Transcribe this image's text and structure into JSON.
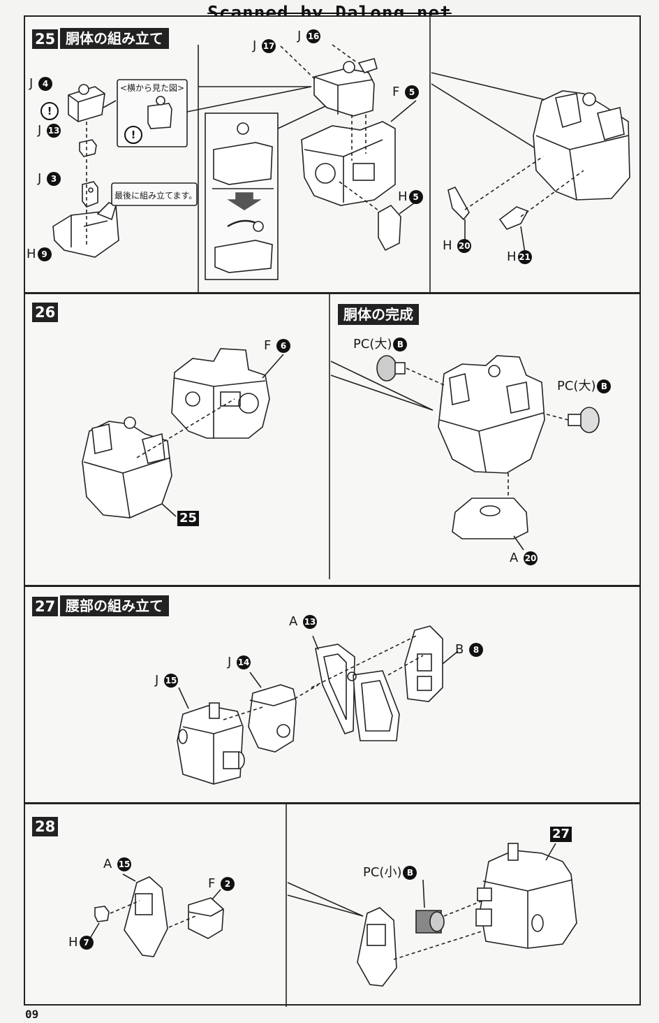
{
  "header": {
    "credit": "Scanned by Dalong.net"
  },
  "page_number": "09",
  "steps": {
    "s25": {
      "number": "25",
      "title": "胴体の組み立て",
      "side_view_label": "<横から見た図>",
      "last_note": "最後に組み立てます。",
      "parts": {
        "j4": {
          "letter": "J",
          "num": "4"
        },
        "j13": {
          "letter": "J",
          "num": "13"
        },
        "j3": {
          "letter": "J",
          "num": "3"
        },
        "h9": {
          "letter": "H",
          "num": "9"
        },
        "j17": {
          "letter": "J",
          "num": "17"
        },
        "j16": {
          "letter": "J",
          "num": "16"
        },
        "f5": {
          "letter": "F",
          "num": "5"
        },
        "h5": {
          "letter": "H",
          "num": "5"
        },
        "h20": {
          "letter": "H",
          "num": "20"
        },
        "h21": {
          "letter": "H",
          "num": "21"
        }
      },
      "warning_symbol": "!"
    },
    "s26": {
      "number": "26",
      "parts": {
        "f6": {
          "letter": "F",
          "num": "6"
        }
      },
      "ref_badge": "25"
    },
    "s26b": {
      "title": "胴体の完成",
      "parts": {
        "pc_l1": {
          "letter": "PC(大)",
          "num": "B"
        },
        "pc_l2": {
          "letter": "PC(大)",
          "num": "B"
        },
        "a20": {
          "letter": "A",
          "num": "20"
        }
      }
    },
    "s27": {
      "number": "27",
      "title": "腰部の組み立て",
      "parts": {
        "a13": {
          "letter": "A",
          "num": "13"
        },
        "b8": {
          "letter": "B",
          "num": "8"
        },
        "j14": {
          "letter": "J",
          "num": "14"
        },
        "j15": {
          "letter": "J",
          "num": "15"
        }
      }
    },
    "s28": {
      "number": "28",
      "ref_badge": "27",
      "parts": {
        "a15": {
          "letter": "A",
          "num": "15"
        },
        "f2": {
          "letter": "F",
          "num": "2"
        },
        "h7": {
          "letter": "H",
          "num": "7"
        },
        "pc_s": {
          "letter": "PC(小)",
          "num": "B"
        }
      }
    }
  },
  "colors": {
    "ink": "#1a1a1a",
    "paper": "#f4f4f2",
    "badge": "#222222"
  }
}
